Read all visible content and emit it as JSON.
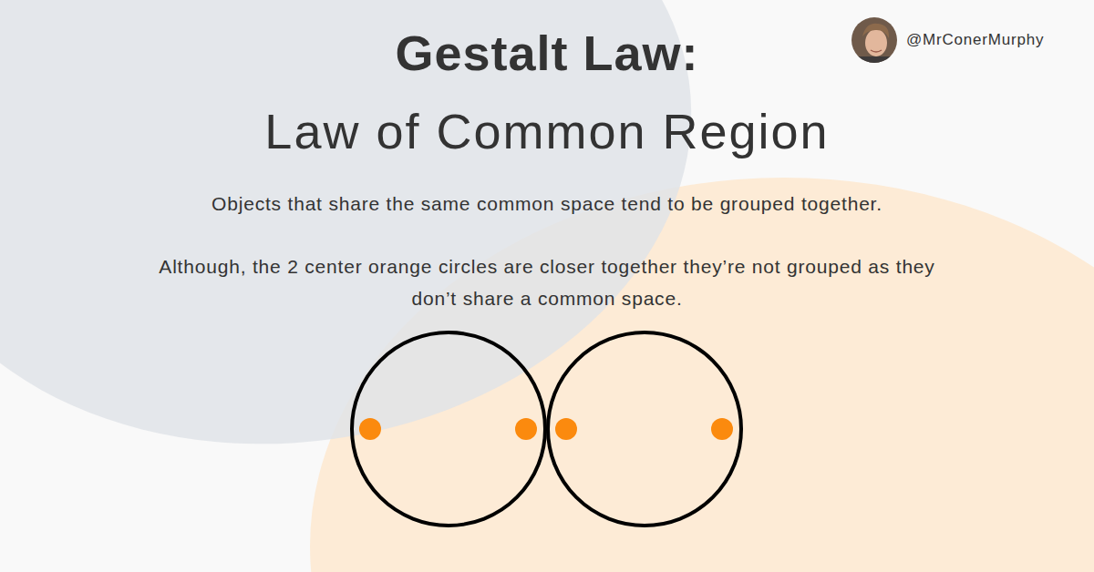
{
  "diagram": {
    "title": "Gestalt Law:",
    "labels": [
      "Law of Common Region",
      "Objects that share the same common space tend to be grouped together.",
      "Although, the 2 center orange circles are closer together they’re not grouped as they don’t share a common space.",
      "@MrConerMurphy"
    ]
  }
}
